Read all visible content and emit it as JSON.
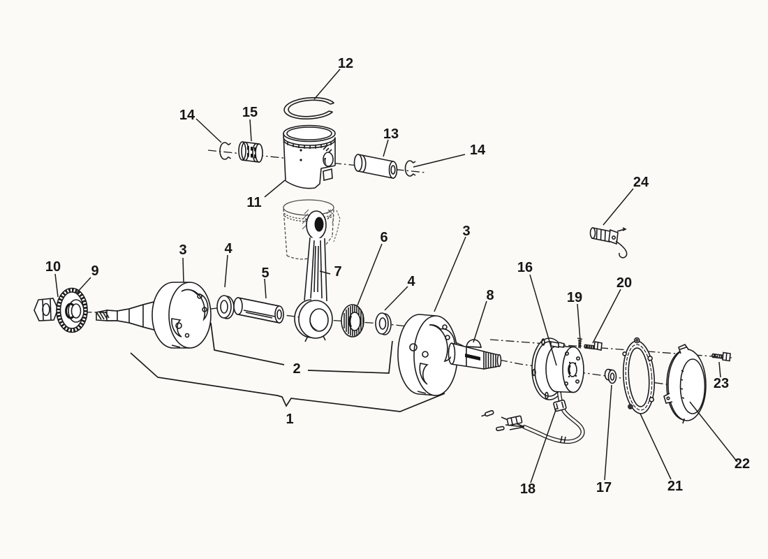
{
  "colors": {
    "ink": "#1b1b1b",
    "ghost": "#4a4a4a",
    "paper": "#fbfaf7",
    "part_fill": "#ffffff",
    "dark_detail": "#141414"
  },
  "callouts": [
    {
      "ref": "12",
      "name": "piston-ring"
    },
    {
      "ref": "14",
      "name": "circlip-left"
    },
    {
      "ref": "15",
      "name": "small-end-needle-cage"
    },
    {
      "ref": "13",
      "name": "piston-pin"
    },
    {
      "ref": "14",
      "name": "circlip-right"
    },
    {
      "ref": "11",
      "name": "piston"
    },
    {
      "ref": "24",
      "name": "ignition-coil"
    },
    {
      "ref": "3",
      "name": "crank-web-right"
    },
    {
      "ref": "6",
      "name": "big-end-bearing"
    },
    {
      "ref": "10",
      "name": "gear-nut"
    },
    {
      "ref": "9",
      "name": "primary-drive-gear"
    },
    {
      "ref": "3",
      "name": "crank-web-left"
    },
    {
      "ref": "4",
      "name": "thrust-washer-left"
    },
    {
      "ref": "5",
      "name": "crank-pin"
    },
    {
      "ref": "7",
      "name": "connecting-rod"
    },
    {
      "ref": "4",
      "name": "thrust-washer-right"
    },
    {
      "ref": "16",
      "name": "stator-plate"
    },
    {
      "ref": "19",
      "name": "stator-screw"
    },
    {
      "ref": "20",
      "name": "stator-bolt"
    },
    {
      "ref": "8",
      "name": "woodruff-key"
    },
    {
      "ref": "2",
      "name": "crank-web-pair"
    },
    {
      "ref": "1",
      "name": "crankshaft-assembly"
    },
    {
      "ref": "18",
      "name": "wiring-harness"
    },
    {
      "ref": "17",
      "name": "shaft-grommet"
    },
    {
      "ref": "21",
      "name": "cover-gasket"
    },
    {
      "ref": "22",
      "name": "flywheel-cover"
    },
    {
      "ref": "23",
      "name": "cover-bolt"
    }
  ]
}
